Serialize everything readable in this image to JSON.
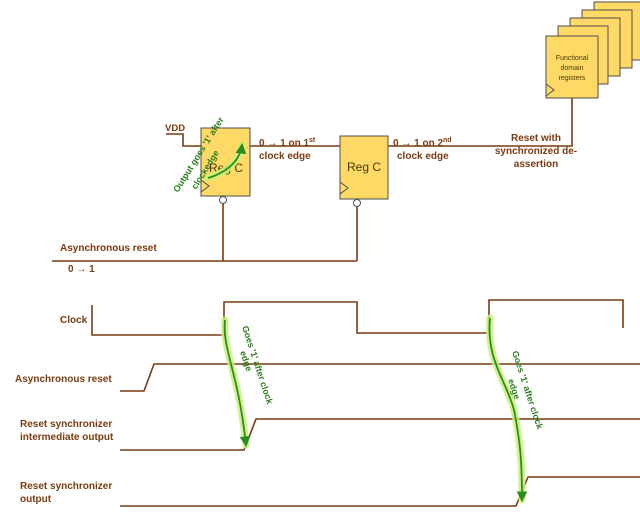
{
  "top": {
    "vdd": "VDD",
    "reg1": "Reg C",
    "reg2": "Reg C",
    "edge1_pre": "0 → 1 on 1",
    "edge1_sup": "st",
    "edge1_post": "clock edge",
    "edge2_pre": "0 → 1 on 2",
    "edge2_sup": "nd",
    "edge2_post": "clock edge",
    "reset_line1": "Reset with",
    "reset_line2": "synchronized de-",
    "reset_line3": "assertion",
    "domain_line1": "Functional",
    "domain_line2": "domain",
    "domain_line3": "registers",
    "async_reset": "Asynchronous reset",
    "async_transition": "0 → 1",
    "annotation_line1": "Output goes '1' after",
    "annotation_line2": "clockedge"
  },
  "timing": {
    "clock": "Clock",
    "async_reset": "Asynchronous reset",
    "intermediate_line1": "Reset synchronizer",
    "intermediate_line2": "intermediate output",
    "output_line1": "Reset synchronizer",
    "output_line2": "output",
    "goes1_line1": "Goes '1' after clock",
    "goes1_line2": "edge",
    "goes2_line1": "Goes '1' after clock",
    "goes2_line2": "edge"
  },
  "colors": {
    "signal": "#7a3b10",
    "register_fill": "#ffd966",
    "annotation": "#2e7d1e",
    "highlight": "#c8f07a"
  }
}
